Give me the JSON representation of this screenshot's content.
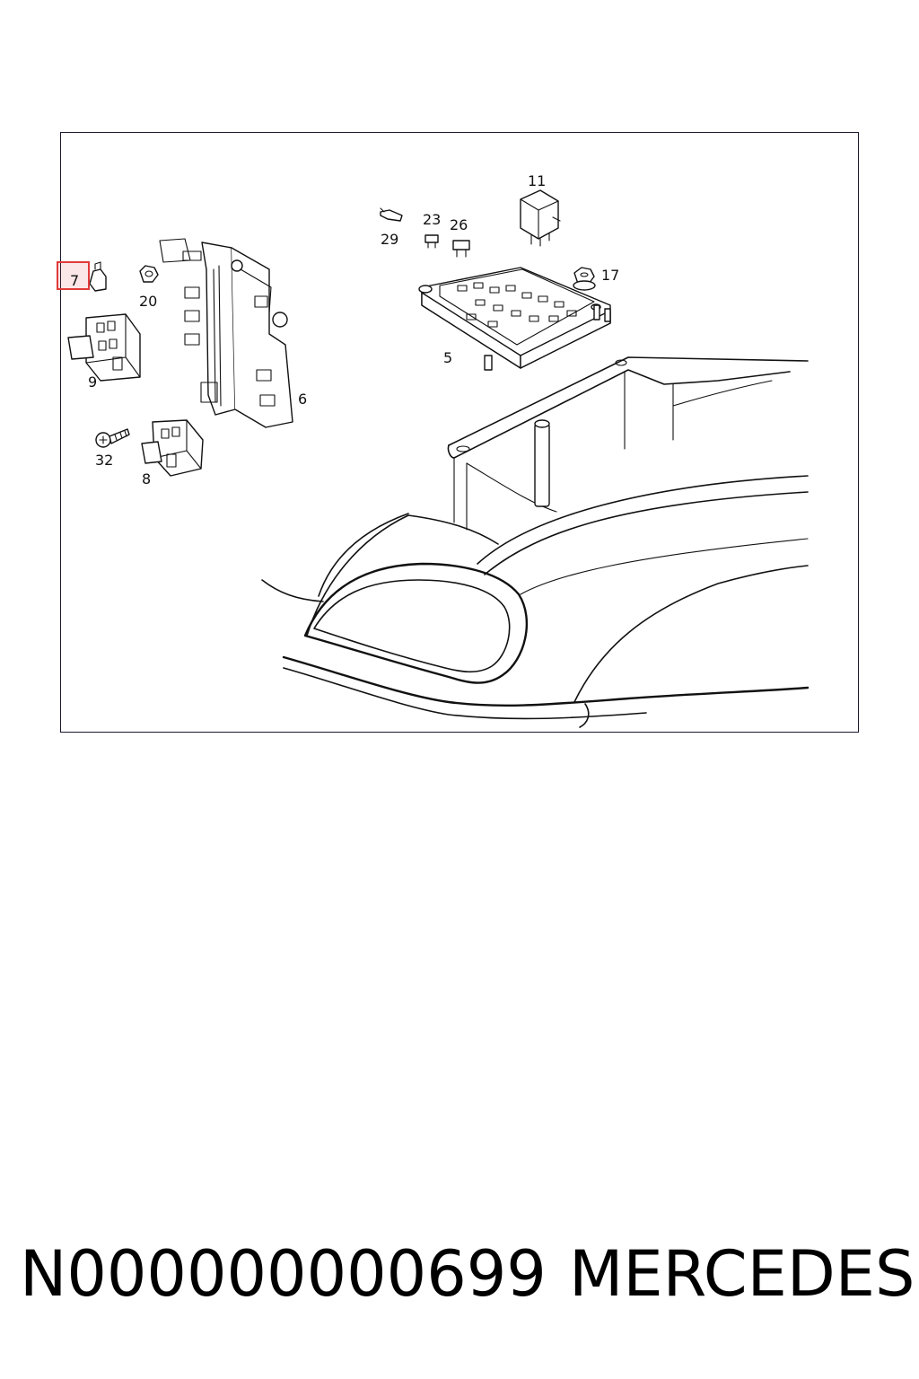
{
  "diagram": {
    "callouts": {
      "c5": "5",
      "c6": "6",
      "c7": "7",
      "c8": "8",
      "c9": "9",
      "c11": "11",
      "c17": "17",
      "c20": "20",
      "c23": "23",
      "c26": "26",
      "c29": "29",
      "c32": "32"
    },
    "highlight_color": "#e03a3a"
  },
  "footer": {
    "part_code": "N000000000699",
    "brand": "MERCEDES"
  }
}
